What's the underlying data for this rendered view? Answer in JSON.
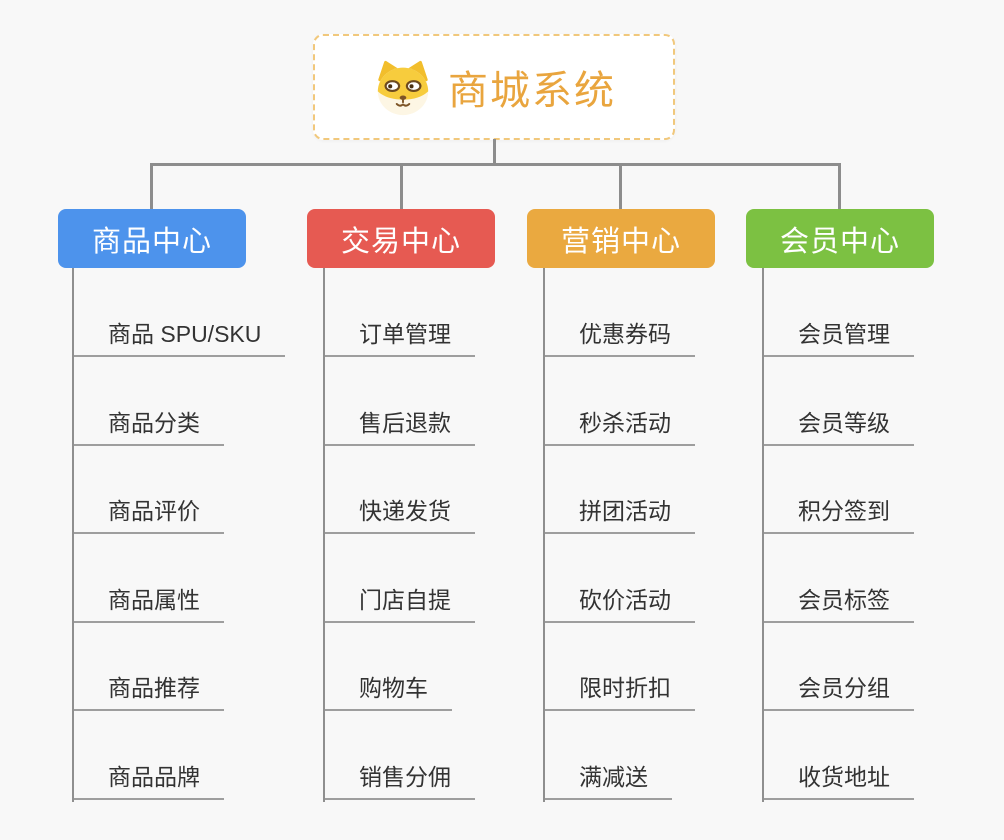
{
  "root": {
    "title": "商城系统",
    "icon": "shiba-dog-icon",
    "title_color": "#E9A53E",
    "border_color": "#F1C87C"
  },
  "branches": [
    {
      "label": "商品中心",
      "color": "#4D93EC",
      "children": [
        "商品 SPU/SKU",
        "商品分类",
        "商品评价",
        "商品属性",
        "商品推荐",
        "商品品牌"
      ]
    },
    {
      "label": "交易中心",
      "color": "#E65A52",
      "children": [
        "订单管理",
        "售后退款",
        "快递发货",
        "门店自提",
        "购物车",
        "销售分佣"
      ]
    },
    {
      "label": "营销中心",
      "color": "#EAA940",
      "children": [
        "优惠券码",
        "秒杀活动",
        "拼团活动",
        "砍价活动",
        "限时折扣",
        "满减送"
      ]
    },
    {
      "label": "会员中心",
      "color": "#7CC142",
      "children": [
        "会员管理",
        "会员等级",
        "积分签到",
        "会员标签",
        "会员分组",
        "收货地址"
      ]
    }
  ],
  "colors": {
    "background": "#F8F8F8",
    "connector_line": "#8D8D8D",
    "child_underline": "#9E9E9E",
    "child_text": "#333333"
  }
}
